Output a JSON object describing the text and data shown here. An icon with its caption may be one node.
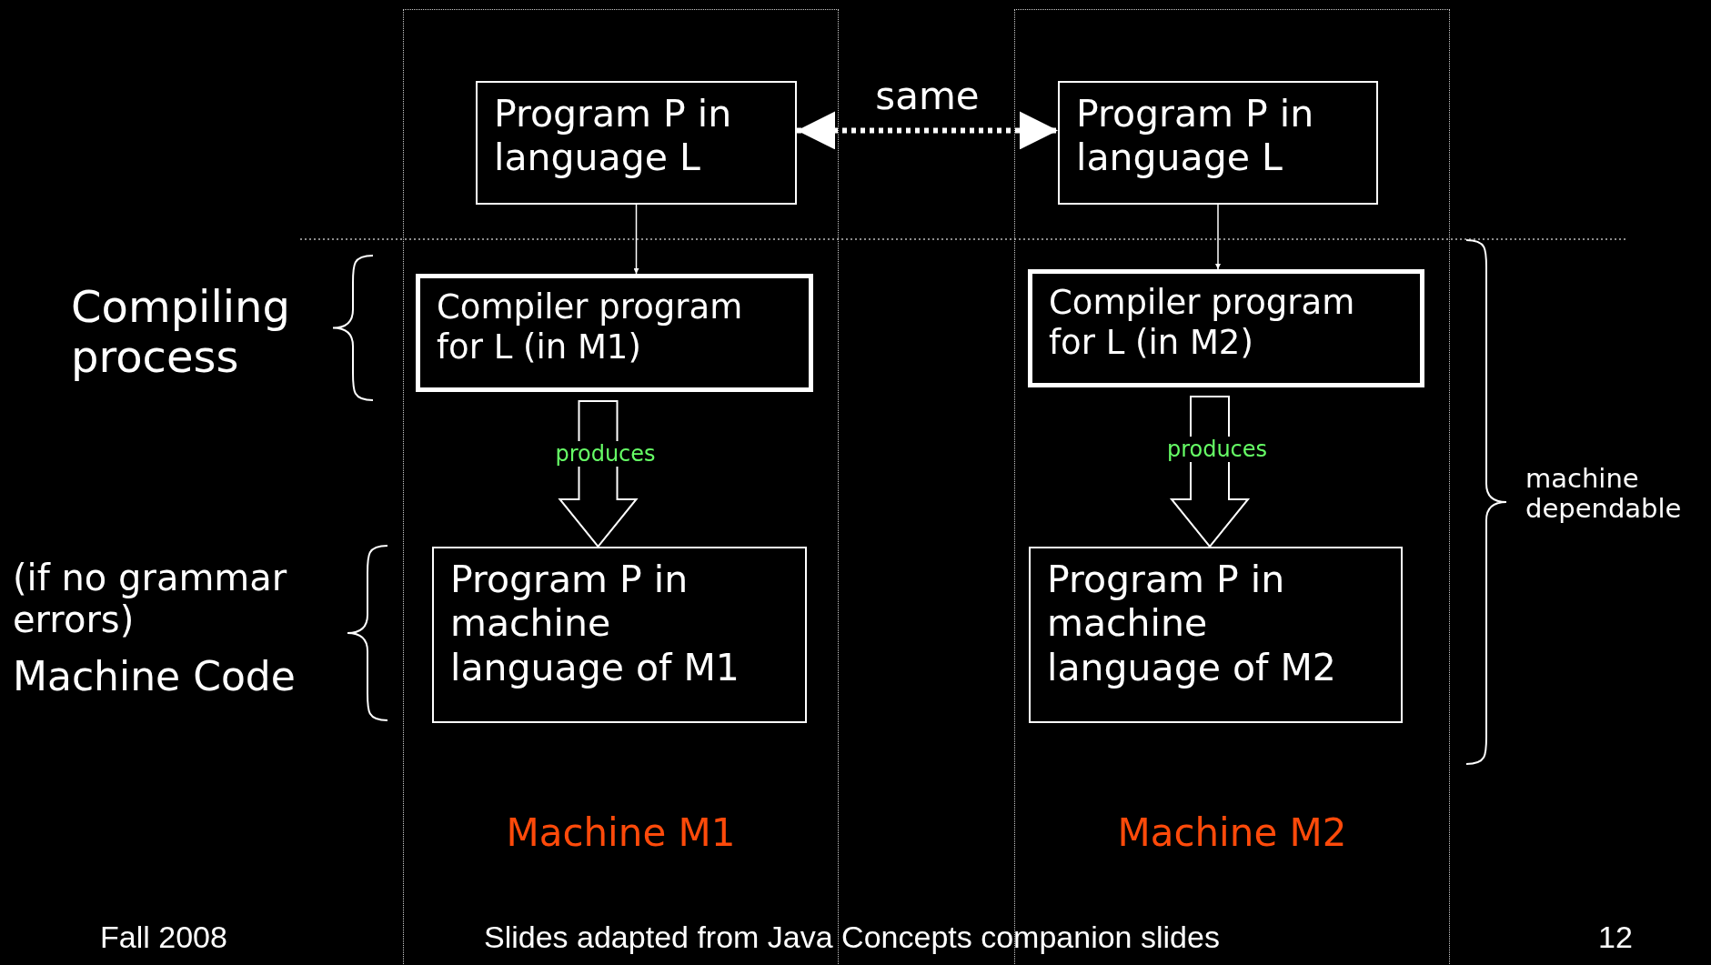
{
  "diagram": {
    "nodes": [
      {
        "text": [
          "Machine M1"
        ]
      },
      {
        "text": [
          "Program P in language L"
        ],
        "in": 0
      },
      {
        "text": [
          "Compiler program for L (in M1)"
        ],
        "in": 0
      },
      {
        "text": [
          "Program P in machine language of M1"
        ],
        "in": 0
      },
      {
        "text": [
          "Machine M2"
        ]
      },
      {
        "text": [
          "Program P in language L"
        ],
        "in": 4
      },
      {
        "text": [
          "Compiler program for L (in M2)"
        ],
        "in": 4
      },
      {
        "text": [
          "Program P in machine language of M2"
        ],
        "in": 4
      }
    ],
    "edges": [
      {
        "from": 1,
        "to": 5,
        "arrow": "both",
        "label": "same",
        "style": "dashed"
      },
      {
        "from": 1,
        "to": 2,
        "arrow": "to"
      },
      {
        "from": 2,
        "to": 3,
        "arrow": "to",
        "label": "produces",
        "style": "thick"
      },
      {
        "from": 5,
        "to": 6,
        "arrow": "to"
      },
      {
        "from": 6,
        "to": 7,
        "arrow": "to",
        "label": "produces",
        "style": "thick"
      }
    ],
    "labels": [
      "Compiling process",
      "(if no grammar errors)",
      "Machine Code",
      "machine dependable",
      "Fall 2008",
      "Slides adapted from Java Concepts companion slides",
      "12"
    ]
  }
}
